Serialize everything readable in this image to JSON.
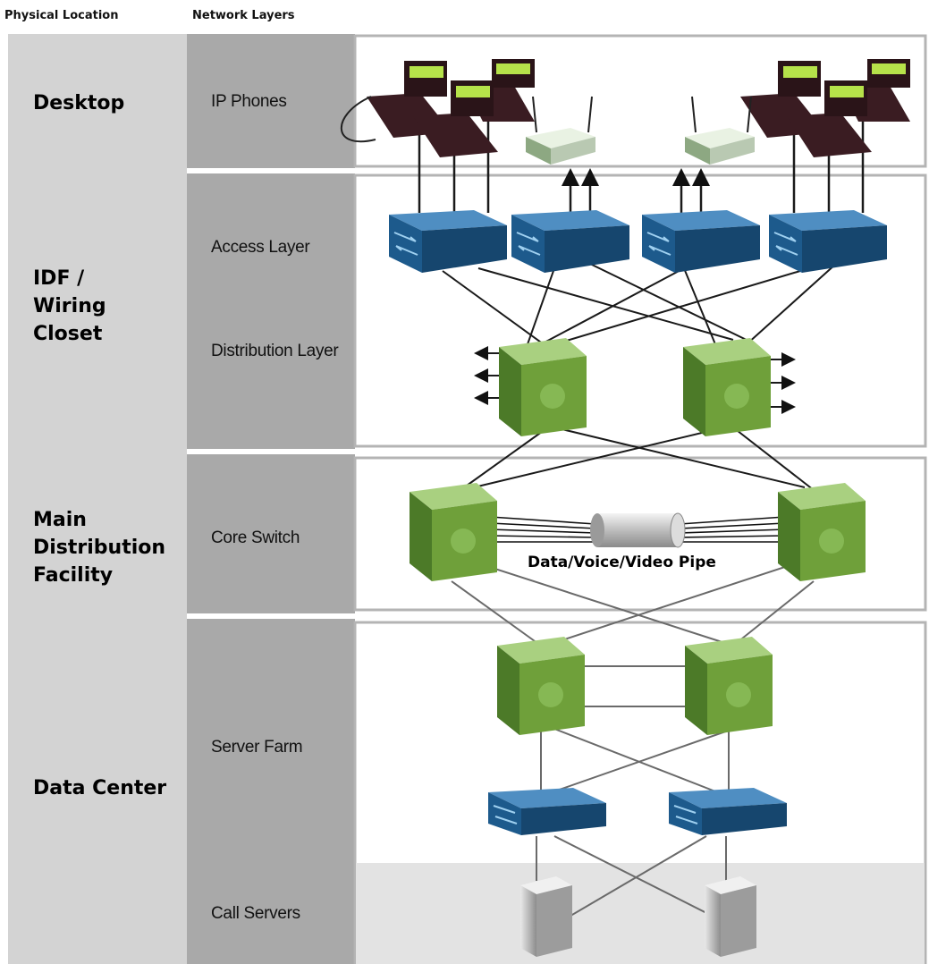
{
  "headers": {
    "physical_location": "Physical Location",
    "network_layers": "Network Layers"
  },
  "locations": {
    "desktop": "Desktop",
    "idf": "IDF /\nWiring\nCloset",
    "mdf": "Main\nDistribution\nFacility",
    "data_center": "Data Center"
  },
  "layers": {
    "ip_phones": "IP Phones",
    "access": "Access Layer",
    "distribution": "Distribution Layer",
    "core": "Core Switch",
    "server_farm": "Server Farm",
    "call_servers": "Call Servers"
  },
  "pipe_label": "Data/Voice/Video Pipe",
  "colors": {
    "location_column": "#d3d3d3",
    "layer_column": "#a9a9a9",
    "band_border": "#b4b4b4",
    "call_server_bg": "#e3e3e3",
    "access_switch": "#1d5a8c",
    "multilayer_switch": "#6fa03a",
    "phone": "#3a1c22",
    "link": "#1a1a1a"
  },
  "icons": [
    "ip-phone-icon",
    "wireless-access-point-icon",
    "access-switch-icon",
    "multilayer-switch-icon",
    "pipe-icon",
    "server-icon"
  ]
}
